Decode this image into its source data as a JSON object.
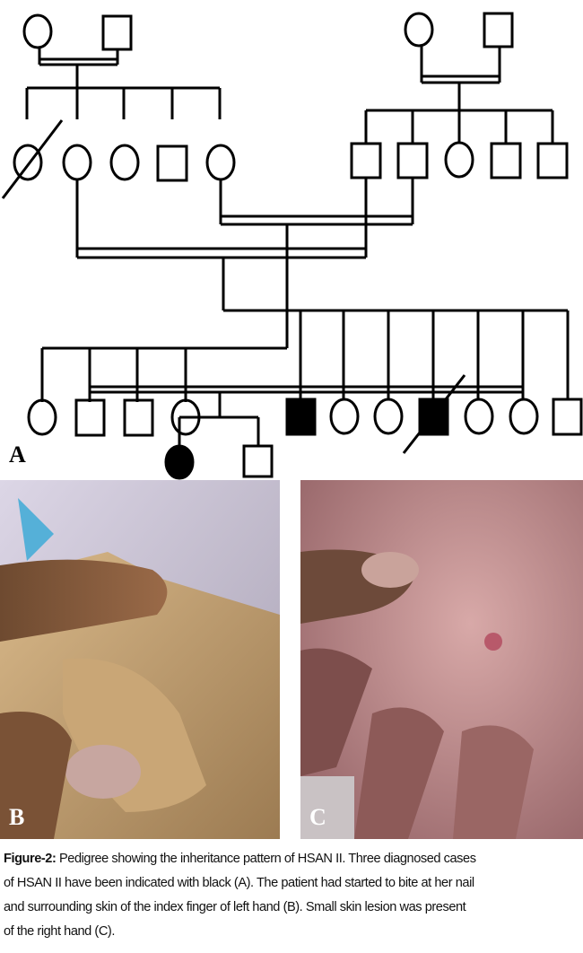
{
  "figure": {
    "panel_labels": {
      "a": "A",
      "b": "B",
      "c": "C"
    },
    "caption": {
      "title": "Figure-2:",
      "lines": [
        " Pedigree showing the inheritance pattern of HSAN II. Three diagnosed cases",
        "of HSAN II have been indicated with black (A). The patient had started to bite at her nail",
        "and surrounding skin of the index finger of left hand (B). Small skin lesion was present",
        "of the right hand (C)."
      ]
    }
  }
}
